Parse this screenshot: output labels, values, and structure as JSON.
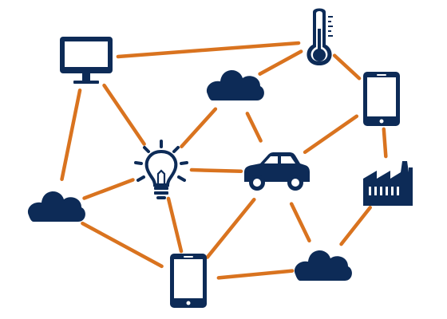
{
  "colors": {
    "node": "#0d2b57",
    "link": "#d9731f",
    "background": "#ffffff"
  },
  "nodes": [
    {
      "id": "monitor",
      "icon": "desktop-monitor-icon"
    },
    {
      "id": "thermometer",
      "icon": "thermometer-icon"
    },
    {
      "id": "cloud-top",
      "icon": "cloud-icon"
    },
    {
      "id": "phone-right",
      "icon": "smartphone-icon"
    },
    {
      "id": "lightbulb",
      "icon": "lightbulb-icon"
    },
    {
      "id": "car",
      "icon": "car-icon"
    },
    {
      "id": "factory",
      "icon": "factory-icon"
    },
    {
      "id": "cloud-left",
      "icon": "cloud-icon"
    },
    {
      "id": "phone-bottom",
      "icon": "smartphone-icon"
    },
    {
      "id": "cloud-bottom",
      "icon": "cloud-icon"
    }
  ],
  "links": [
    [
      "monitor",
      "thermometer"
    ],
    [
      "thermometer",
      "cloud-top"
    ],
    [
      "thermometer",
      "phone-right"
    ],
    [
      "monitor",
      "lightbulb"
    ],
    [
      "monitor",
      "cloud-left"
    ],
    [
      "cloud-top",
      "lightbulb"
    ],
    [
      "cloud-top",
      "car"
    ],
    [
      "phone-right",
      "car"
    ],
    [
      "phone-right",
      "factory"
    ],
    [
      "lightbulb",
      "car"
    ],
    [
      "lightbulb",
      "cloud-left"
    ],
    [
      "lightbulb",
      "phone-bottom"
    ],
    [
      "car",
      "phone-bottom"
    ],
    [
      "car",
      "cloud-bottom"
    ],
    [
      "factory",
      "cloud-bottom"
    ],
    [
      "cloud-left",
      "phone-bottom"
    ],
    [
      "phone-bottom",
      "cloud-bottom"
    ]
  ]
}
